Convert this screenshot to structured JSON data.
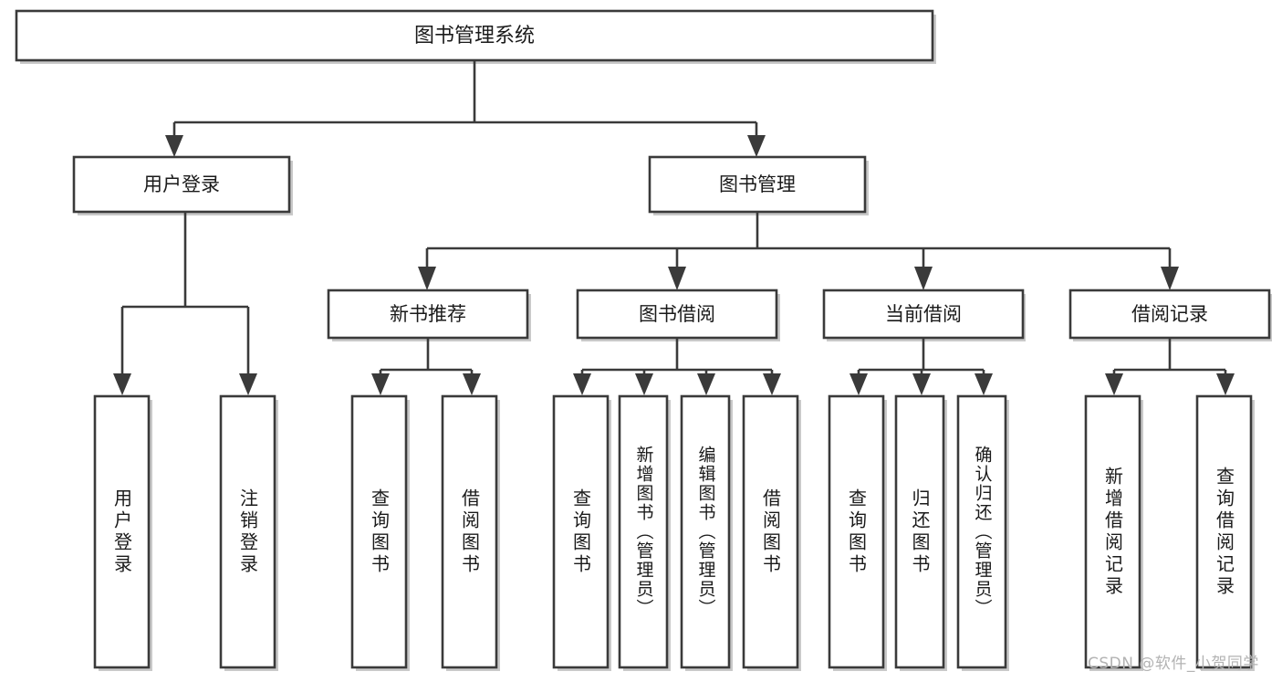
{
  "diagram": {
    "type": "tree-hierarchy",
    "title": "图书管理系统",
    "root": {
      "label": "图书管理系统"
    },
    "level2": [
      {
        "label": "用户登录"
      },
      {
        "label": "图书管理"
      }
    ],
    "level3": [
      {
        "label": "新书推荐"
      },
      {
        "label": "图书借阅"
      },
      {
        "label": "当前借阅"
      },
      {
        "label": "借阅记录"
      }
    ],
    "leaves": {
      "user_login": [
        "用户登录",
        "注销登录"
      ],
      "new_book_recommend": [
        "查询图书",
        "借阅图书"
      ],
      "book_borrow": [
        "查询图书",
        "新增图书（管理员）",
        "编辑图书（管理员）",
        "借阅图书"
      ],
      "current_borrow": [
        "查询图书",
        "归还图书",
        "确认归还（管理员）"
      ],
      "borrow_record": [
        "新增借阅记录",
        "查询借阅记录"
      ]
    }
  },
  "watermark": {
    "text": "CSDN @软件_小贺同学"
  },
  "colors": {
    "box_border": "#3a3a3a",
    "box_fill": "#ffffff",
    "connector": "#3a3a3a",
    "text": "#1a1a1a",
    "watermark": "#b3b3b3",
    "shadow": "#c9c9c9"
  }
}
